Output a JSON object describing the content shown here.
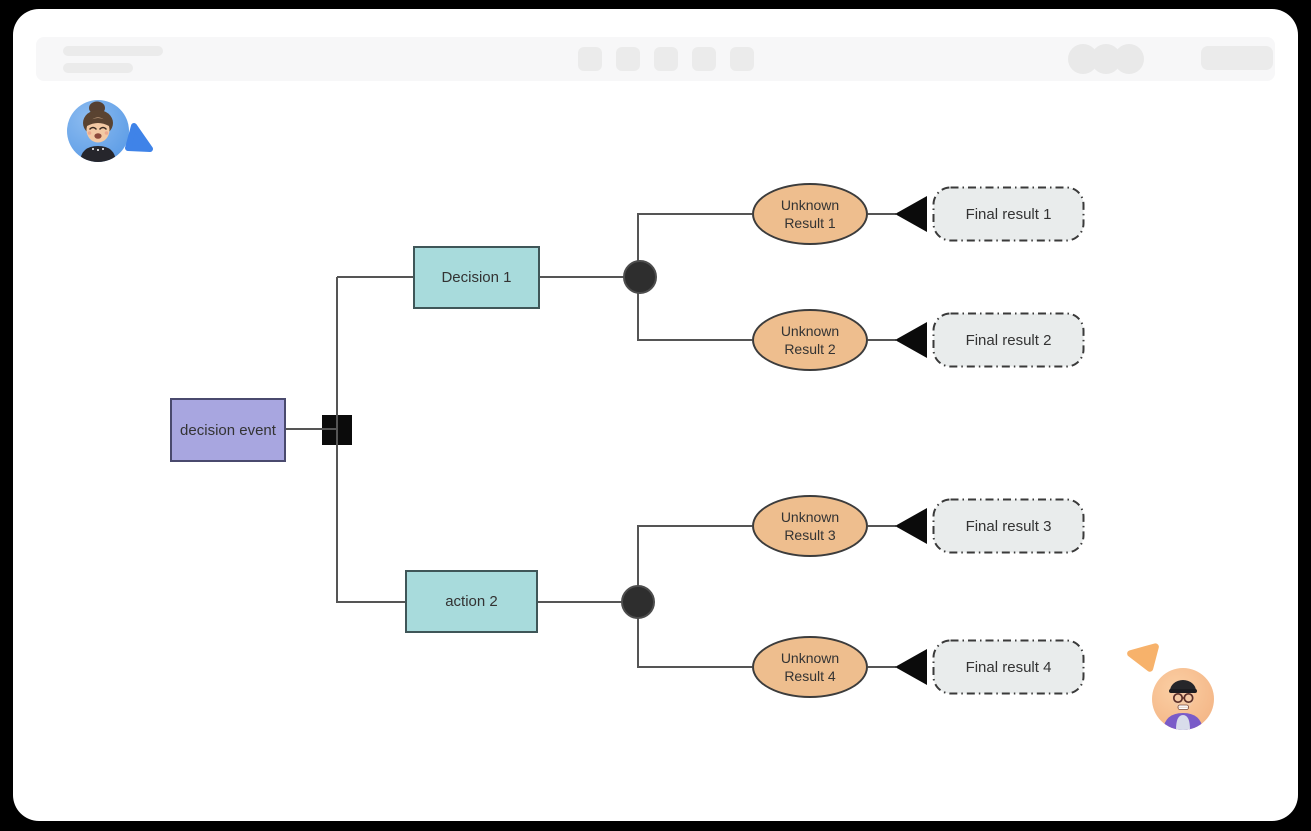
{
  "app": {
    "toolbar": {
      "skeleton_text_bars": 2,
      "tool_button_placeholders": 5,
      "collaborator_avatar_placeholders": 3,
      "action_button_placeholder": 1
    }
  },
  "diagram": {
    "root": {
      "label": "decision event"
    },
    "branches": [
      {
        "label": "Decision 1",
        "outcomes": [
          {
            "line1": "Unknown",
            "line2": "Result 1",
            "final": "Final result 1"
          },
          {
            "line1": "Unknown",
            "line2": "Result 2",
            "final": "Final result 2"
          }
        ]
      },
      {
        "label": "action 2",
        "outcomes": [
          {
            "line1": "Unknown",
            "line2": "Result 3",
            "final": "Final result 3"
          },
          {
            "line1": "Unknown",
            "line2": "Result 4",
            "final": "Final result 4"
          }
        ]
      }
    ],
    "colors": {
      "root_fill": "#A8A6E0",
      "root_border": "#4A4A6E",
      "branch_fill": "#A8DBDC",
      "branch_border": "#3F5658",
      "outcome_fill": "#EEBE8E",
      "outcome_border": "#3C3C3C",
      "final_fill": "#E9ECEC",
      "final_border": "#3A3A3A",
      "connector": "#555555",
      "junction": "#0B0B0B"
    }
  },
  "collaborators": [
    {
      "avatar_bg": "#5C9CE6",
      "cursor_color": "#3F83E8",
      "position": "top-left"
    },
    {
      "avatar_bg": "#F3B383",
      "cursor_color": "#F7B26B",
      "position": "bottom-right"
    }
  ]
}
